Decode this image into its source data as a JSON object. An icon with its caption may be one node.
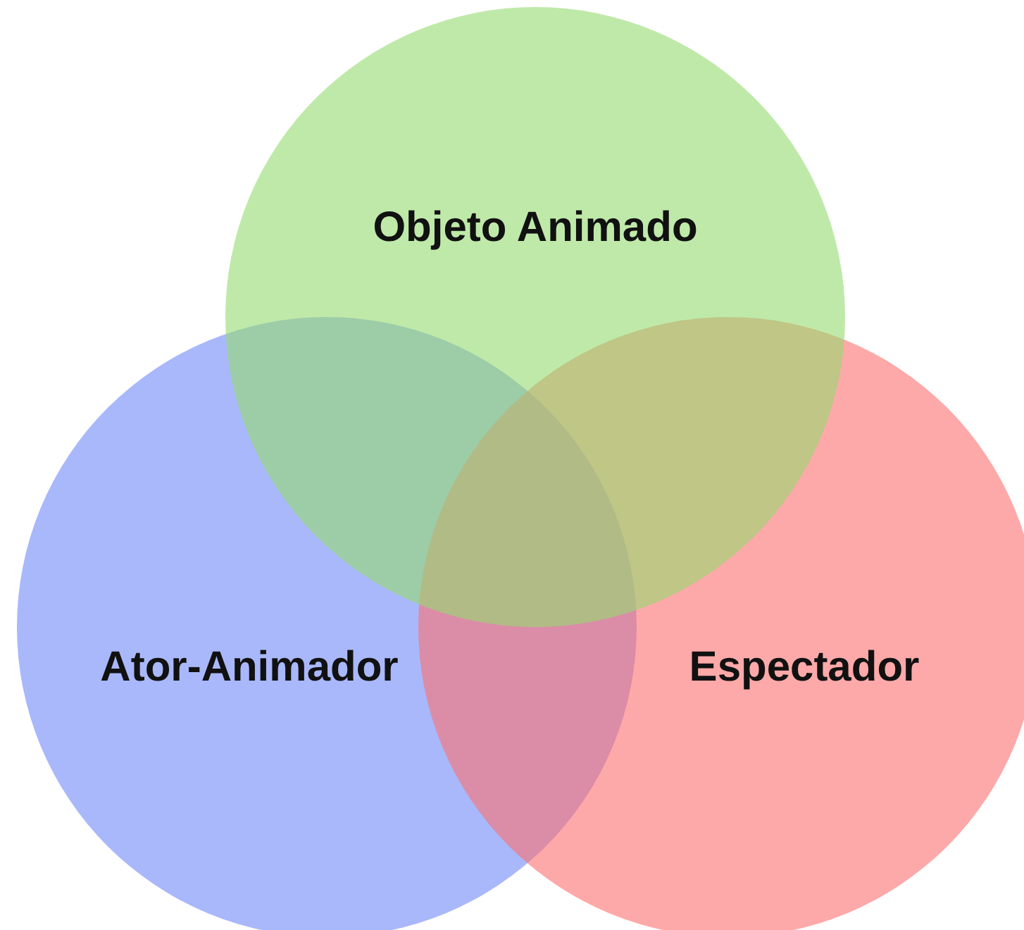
{
  "diagram": {
    "nodes": [
      {
        "text": [
          "Objeto Animado"
        ]
      },
      {
        "text": [
          "Ator-Animador"
        ]
      },
      {
        "text": [
          "Espectador"
        ]
      }
    ]
  }
}
